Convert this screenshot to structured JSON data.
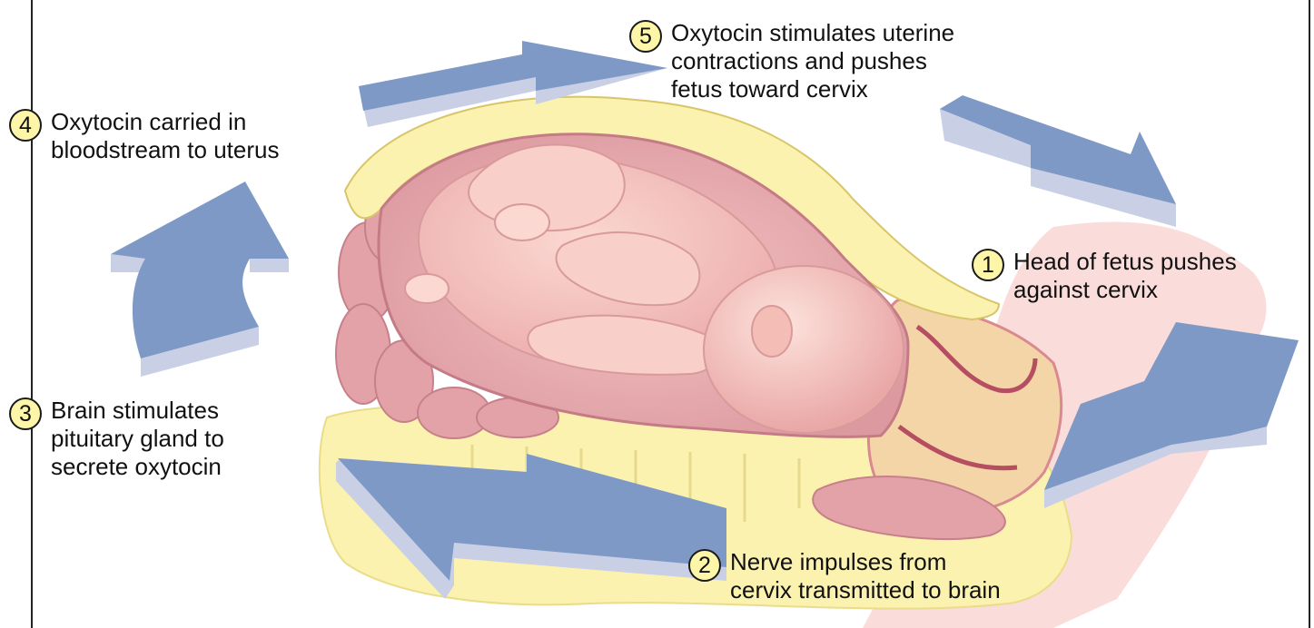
{
  "steps": [
    {
      "number": "1",
      "text": "Head of fetus pushes\nagainst cervix"
    },
    {
      "number": "2",
      "text": "Nerve impulses from\ncervix transmitted to brain"
    },
    {
      "number": "3",
      "text": "Brain stimulates\npituitary gland to\nsecrete oxytocin"
    },
    {
      "number": "4",
      "text": "Oxytocin carried in\nbloodstream to uterus"
    },
    {
      "number": "5",
      "text": "Oxytocin stimulates uterine\ncontractions and pushes\nfetus toward cervix"
    }
  ],
  "colors": {
    "arrow_face": "#7e99c6",
    "arrow_side": "#c9d0e6",
    "badge_fill": "#fdf6a8",
    "uterus_wall": "#fbf2b0",
    "tissue_pink": "#e8a8ac",
    "fetus_skin": "#f6c6c0",
    "frame": "#222222"
  }
}
